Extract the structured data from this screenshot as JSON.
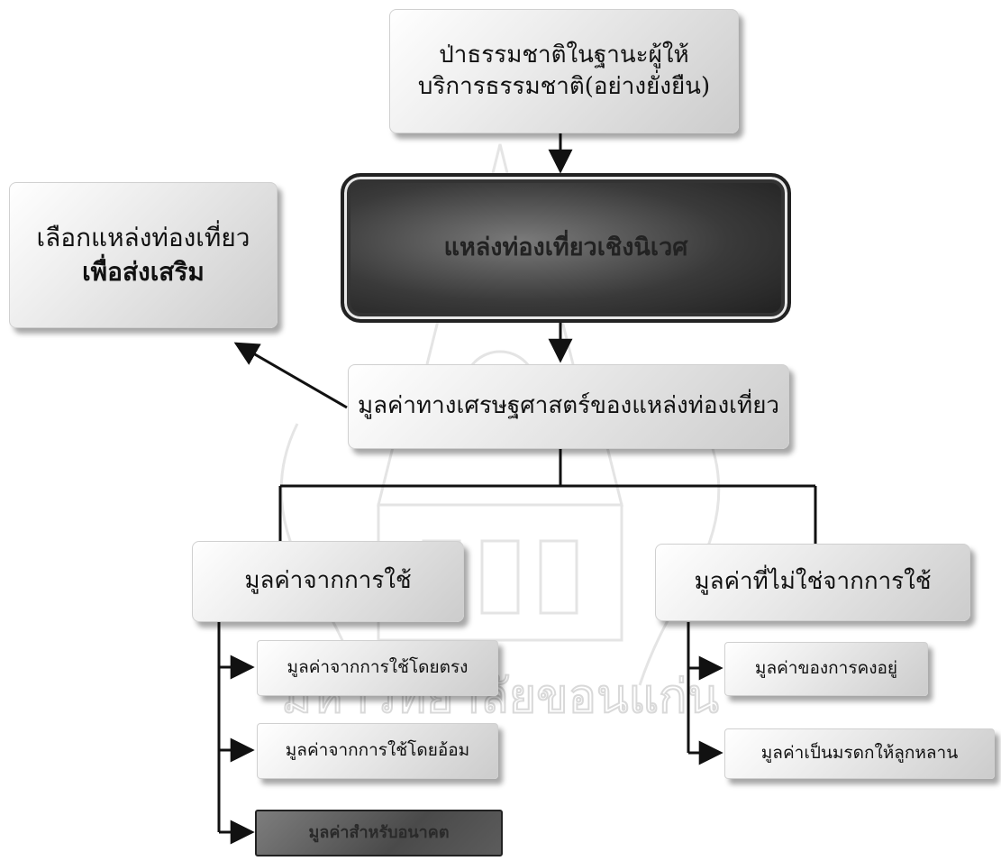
{
  "nodes": {
    "root": {
      "line1": "ป่าธรรมชาติในฐานะผู้ให้",
      "line2": "บริการธรรมชาติ(อย่างยั่งยืน)"
    },
    "tourism": {
      "label": "แหล่งท่องเที่ยวเชิงนิเวศ"
    },
    "select": {
      "line1": "เลือกแหล่งท่องเที่ยว",
      "line2": "เพื่อส่งเสริม"
    },
    "econ": {
      "label": "มูลค่าทางเศรษฐศาสตร์ของแหล่งท่องเที่ยว"
    },
    "use": {
      "label": "มูลค่าจากการใช้"
    },
    "nonuse": {
      "label": "มูลค่าที่ไม่ใช่จากการใช้"
    },
    "direct": {
      "label": "มูลค่าจากการใช้โดยตรง"
    },
    "indirect": {
      "label": "มูลค่าจากการใช้โดยอ้อม"
    },
    "option": {
      "label": "มูลค่าสำหรับอนาคต"
    },
    "existence": {
      "label": "มูลค่าของการคงอยู่"
    },
    "bequest": {
      "label": "มูลค่าเป็นมรดกให้ลูกหลาน"
    }
  },
  "watermark": {
    "text": "มหาวิทยาลัยขอนแก่น"
  },
  "colors": {
    "line": "#111111",
    "dark_fill": "#3a3a3a",
    "light_fill": "#eeeeee",
    "watermark": "#c9c9c9"
  }
}
